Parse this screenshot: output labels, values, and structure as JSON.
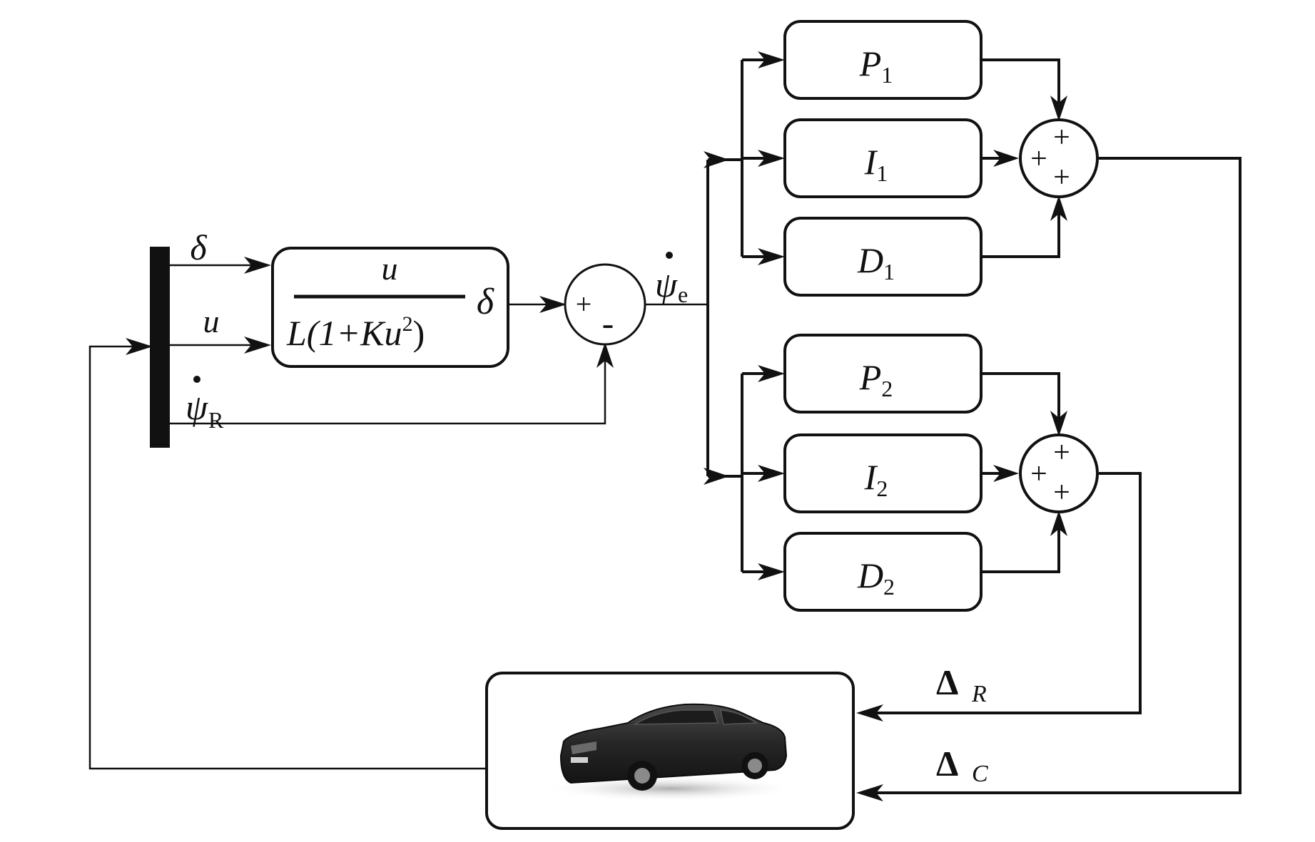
{
  "inputs": {
    "delta": "δ",
    "u": "u",
    "psi_dot": "ψ",
    "psi_sub": "R"
  },
  "transfer": {
    "numerator": "u",
    "denominator_main": "L(1+Ku",
    "denominator_sup": "2",
    "denominator_close": ")",
    "multiplier": "δ"
  },
  "summer_main": {
    "plus": "+",
    "minus": "-"
  },
  "error": {
    "symbol": "ψ",
    "sub": "e"
  },
  "controller_1": [
    {
      "letter": "P",
      "sub": "1"
    },
    {
      "letter": "I",
      "sub": "1"
    },
    {
      "letter": "D",
      "sub": "1"
    }
  ],
  "controller_2": [
    {
      "letter": "P",
      "sub": "2"
    },
    {
      "letter": "I",
      "sub": "2"
    },
    {
      "letter": "D",
      "sub": "2"
    }
  ],
  "summer_pid": {
    "left": "+",
    "top": "+",
    "bottom": "+"
  },
  "outputs": {
    "delta_r": {
      "symbol": "Δ",
      "sub": "R"
    },
    "delta_c": {
      "symbol": "Δ",
      "sub": "C"
    }
  },
  "plant": {
    "icon": "car-icon"
  }
}
